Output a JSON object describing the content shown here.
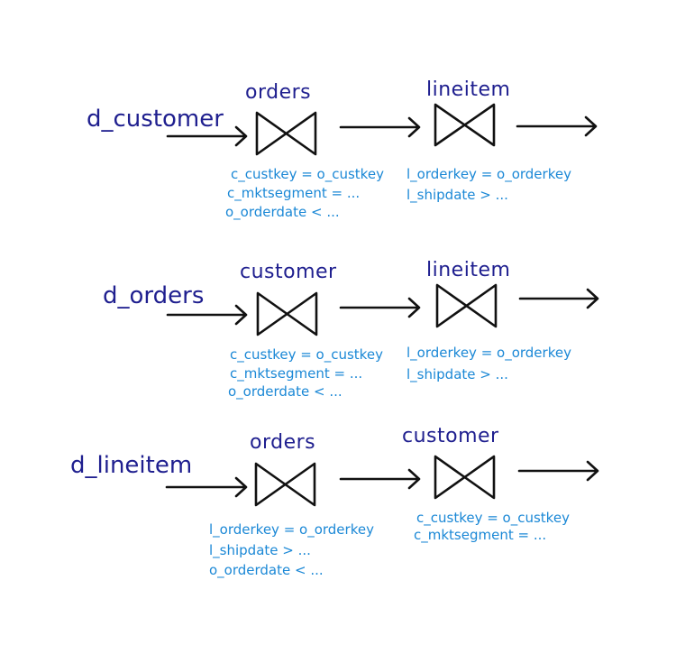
{
  "rows": [
    {
      "input_label": "d_customer",
      "joins": [
        {
          "label": "orders",
          "predicates": [
            "c_custkey = o_custkey",
            "c_mktsegment = ...",
            "o_orderdate < ..."
          ],
          "icon": "bowtie-join-icon"
        },
        {
          "label": "lineitem",
          "predicates": [
            "l_orderkey = o_orderkey",
            "l_shipdate > ..."
          ],
          "icon": "bowtie-join-icon"
        }
      ]
    },
    {
      "input_label": "d_orders",
      "joins": [
        {
          "label": "customer",
          "predicates": [
            "c_custkey = o_custkey",
            "c_mktsegment = ...",
            "o_orderdate < ..."
          ],
          "icon": "bowtie-join-icon"
        },
        {
          "label": "lineitem",
          "predicates": [
            "l_orderkey = o_orderkey",
            "l_shipdate > ..."
          ],
          "icon": "bowtie-join-icon"
        }
      ]
    },
    {
      "input_label": "d_lineitem",
      "joins": [
        {
          "label": "orders",
          "predicates": [
            "l_orderkey = o_orderkey",
            "l_shipdate > ...",
            "o_orderdate < ..."
          ],
          "icon": "bowtie-join-icon"
        },
        {
          "label": "customer",
          "predicates": [
            "c_custkey = o_custkey",
            "c_mktsegment = ..."
          ],
          "icon": "bowtie-join-icon"
        }
      ]
    }
  ],
  "colors": {
    "input_label": "#1f1f8f",
    "join_label": "#1f1f8f",
    "predicate": "#1b88d6",
    "stroke": "#111111",
    "background": "#ffffff"
  }
}
